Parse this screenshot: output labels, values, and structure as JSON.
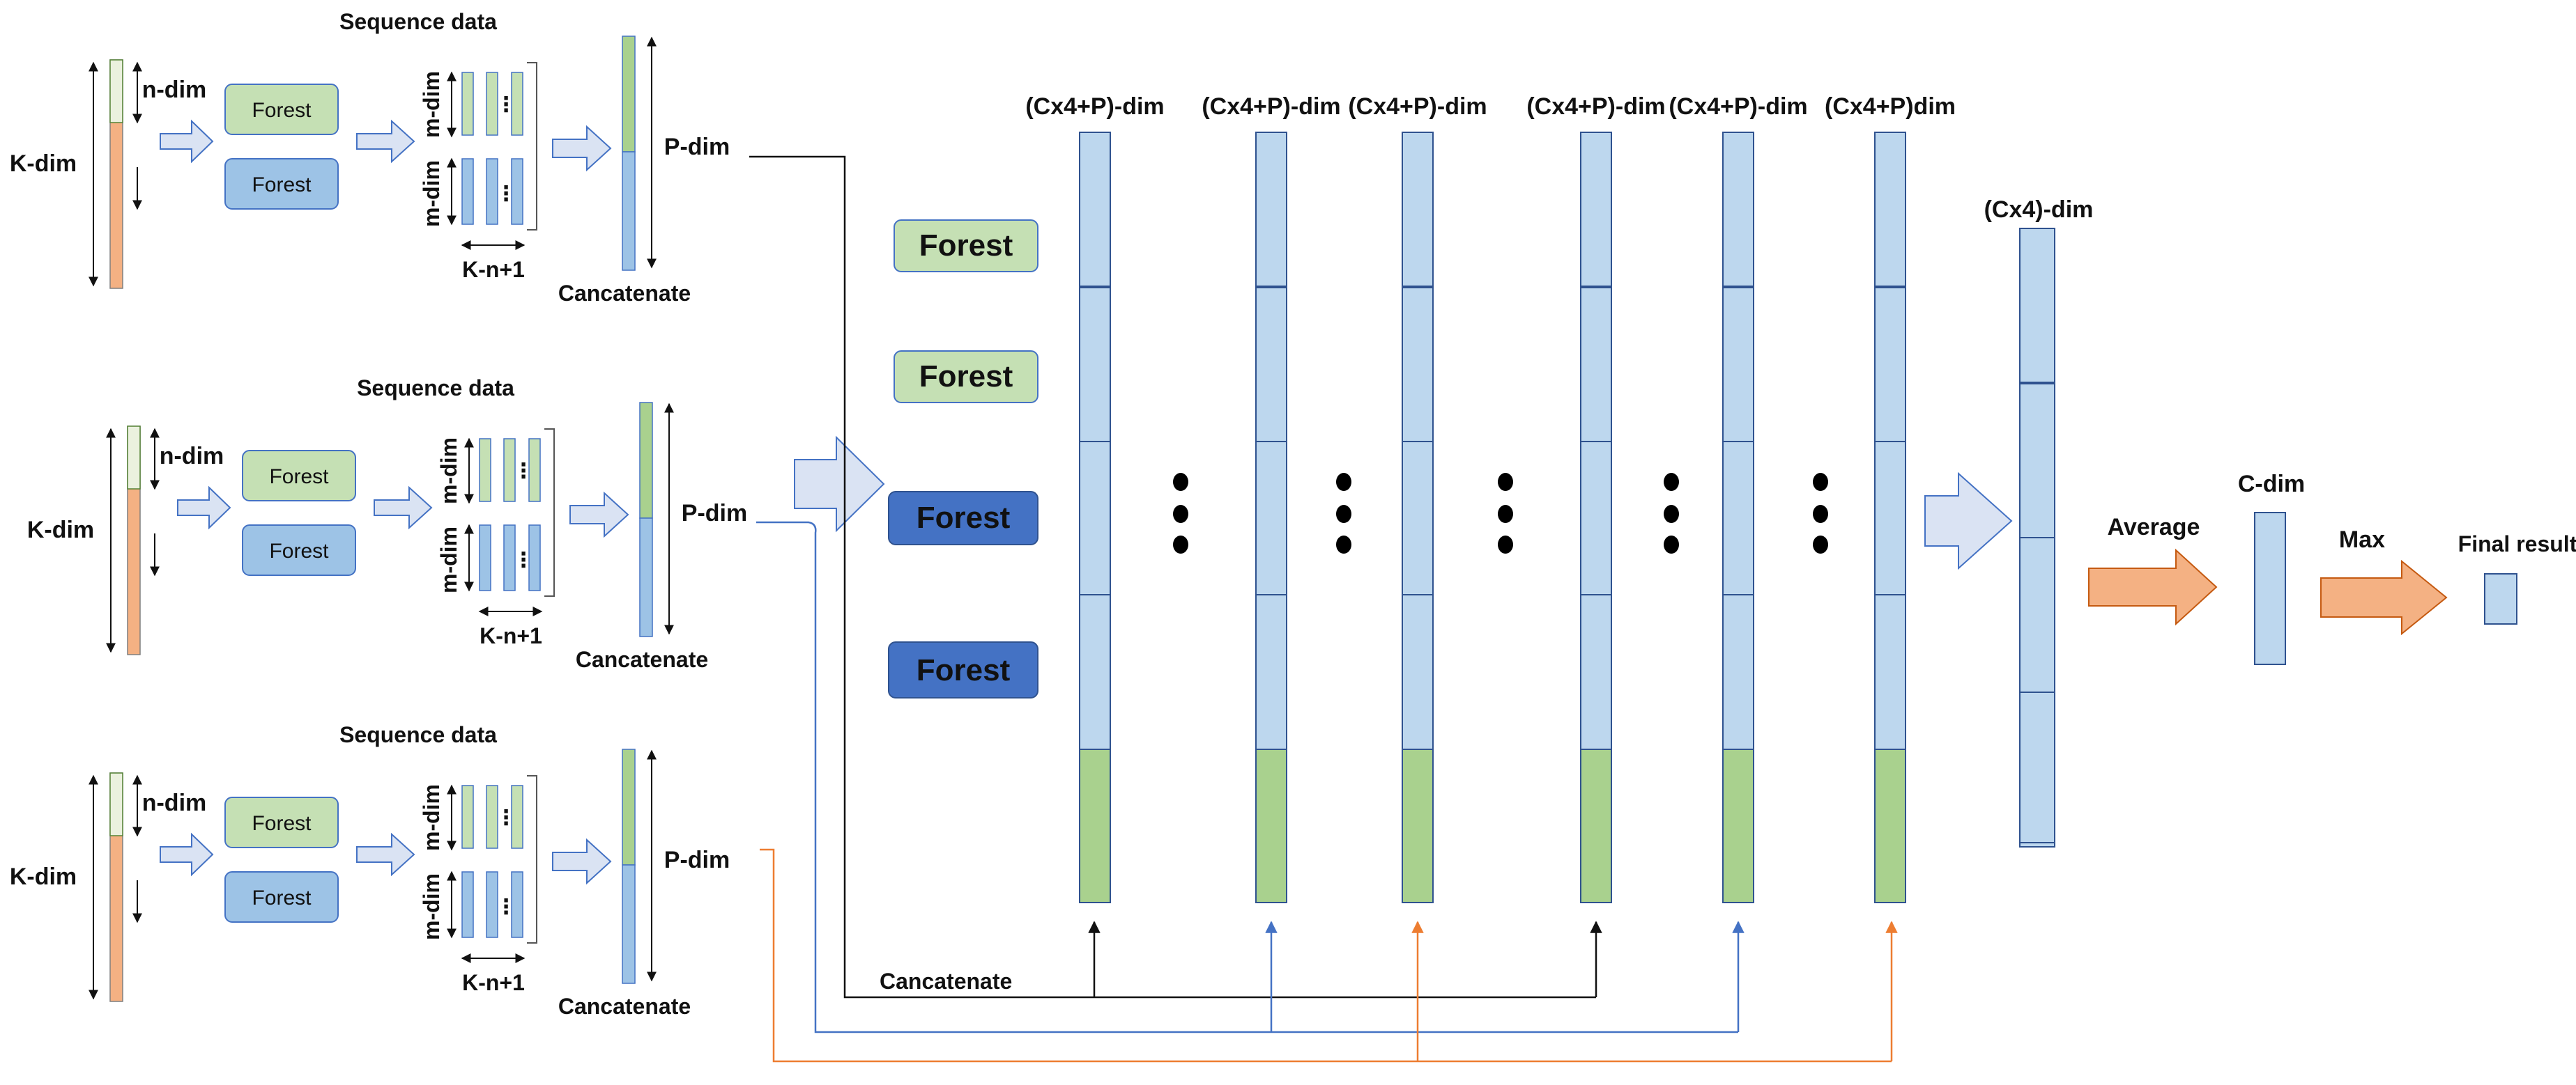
{
  "palette": {
    "light_blue": "#bdd7ee",
    "medium_blue": "#9dc3e6",
    "dark_blue": "#4472c4",
    "light_green": "#c5e0b4",
    "green": "#a9d18e",
    "salmon": "#f4b183",
    "orange": "#ed7d31",
    "line_black": "#111111",
    "line_blue": "#4472c4",
    "line_orange": "#ed7d31"
  },
  "left_panels": [
    {
      "title": "Sequence data",
      "k_label": "K-dim",
      "n_label": "n-dim",
      "m_label_top": "m-dim",
      "m_label_bottom": "m-dim",
      "forest_top": "Forest",
      "forest_bottom": "Forest",
      "kn_label": "K-n+1",
      "p_label": "P-dim",
      "concat_label": "Cancatenate"
    },
    {
      "title": "Sequence data",
      "k_label": "K-dim",
      "n_label": "n-dim",
      "m_label_top": "m-dim",
      "m_label_bottom": "m-dim",
      "forest_top": "Forest",
      "forest_bottom": "Forest",
      "kn_label": "K-n+1",
      "p_label": "P-dim",
      "concat_label": "Cancatenate"
    },
    {
      "title": "Sequence data",
      "k_label": "K-dim",
      "n_label": "n-dim",
      "m_label_top": "m-dim",
      "m_label_bottom": "m-dim",
      "forest_top": "Forest",
      "forest_bottom": "Forest",
      "kn_label": "K-n+1",
      "p_label": "P-dim",
      "concat_label": "Cancatenate"
    }
  ],
  "middle_forests": [
    "Forest",
    "Forest",
    "Forest",
    "Forest"
  ],
  "column_labels": [
    "(Cx4+P)-dim",
    "(Cx4+P)-dim",
    "(Cx4+P)-dim",
    "(Cx4+P)-dim",
    "(Cx4+P)-dim",
    "(Cx4+P)dim"
  ],
  "bottom_concat_label": "Cancatenate",
  "cx4_label": "(Cx4)-dim",
  "average_label": "Average",
  "cdim_label": "C-dim",
  "max_label": "Max",
  "final_label": "Final result"
}
